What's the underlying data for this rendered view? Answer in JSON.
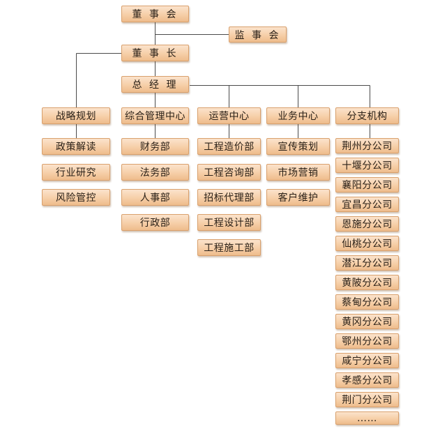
{
  "top": {
    "board": "董 事 会",
    "supervisors": "监 事 会",
    "chairman": "董 事 长",
    "gm": "总 经 理"
  },
  "departments": [
    {
      "name": "战略规划",
      "items": [
        "政策解读",
        "行业研究",
        "风险管控"
      ]
    },
    {
      "name": "综合管理中心",
      "items": [
        "财务部",
        "法务部",
        "人事部",
        "行政部"
      ]
    },
    {
      "name": "运营中心",
      "items": [
        "工程造价部",
        "工程咨询部",
        "招标代理部",
        "工程设计部",
        "工程施工部"
      ]
    },
    {
      "name": "业务中心",
      "items": [
        "宣传策划",
        "市场营销",
        "客户维护"
      ]
    },
    {
      "name": "分支机构",
      "items": [
        "荆州分公司",
        "十堰分公司",
        "襄阳分公司",
        "宜昌分公司",
        "恩施分公司",
        "仙桃分公司",
        "潜江分公司",
        "黄陂分公司",
        "蔡甸分公司",
        "黄冈分公司",
        "鄂州分公司",
        "咸宁分公司",
        "孝感分公司",
        "荆门分公司",
        "……"
      ]
    }
  ],
  "colors": {
    "box_top": "#fbe3cc",
    "box_bottom": "#eebc8c",
    "border": "#d9a06c",
    "line": "#4a4a4a",
    "text": "#2b2118"
  }
}
